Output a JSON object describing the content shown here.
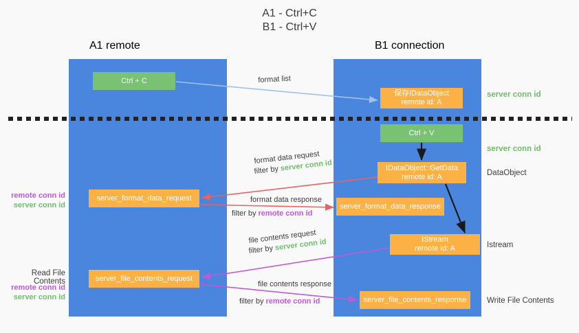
{
  "title": "A1 - Ctrl+C\nB1 - Ctrl+V",
  "colors": {
    "background": "#f9f9f9",
    "lane": "#4a86dd",
    "green_box": "#79c274",
    "orange_box": "#fbb143",
    "server_conn_id": "#6fbf6a",
    "remote_conn_id": "#c158d6",
    "arrow_blue": "#9dc3ea",
    "arrow_red": "#e8635f",
    "arrow_purple": "#c158d6",
    "arrow_black": "#1a1a1a",
    "divider": "#222222"
  },
  "columns": {
    "a1": {
      "name": "A1",
      "role": "remote",
      "header": "A1\nremote"
    },
    "b1": {
      "name": "B1",
      "role": "connection",
      "header": "B1\nconnection"
    }
  },
  "boxes": {
    "ctrl_c": {
      "label": "Ctrl + C",
      "kind": "green",
      "column": "a1"
    },
    "save_idataobject": {
      "label": "保存IDataObject\nremote id: A",
      "kind": "orange",
      "column": "b1"
    },
    "ctrl_v": {
      "label": "Ctrl + V",
      "kind": "green",
      "column": "b1"
    },
    "getdata": {
      "label": "IDataObject::GetData\nremote id: A",
      "kind": "orange",
      "column": "b1"
    },
    "server_format_data_request": {
      "label": "server_format_data_request",
      "kind": "orange",
      "column": "a1"
    },
    "server_format_data_response": {
      "label": "server_format_data_response",
      "kind": "orange",
      "column": "b1"
    },
    "istream": {
      "label": "IStream\nremote id: A",
      "kind": "orange",
      "column": "b1"
    },
    "server_file_contents_request": {
      "label": "server_file_contents_request",
      "kind": "orange",
      "column": "a1"
    },
    "server_file_contents_response": {
      "label": "server_file_contents_response",
      "kind": "orange",
      "column": "b1"
    }
  },
  "arrow_labels": {
    "format_list": "format list",
    "format_data_request": "format data request",
    "format_data_request_filter_prefix": "filter by ",
    "format_data_request_filter_value": "server conn id",
    "format_data_response": "format data response",
    "format_data_response_filter_prefix": "filter by ",
    "format_data_response_filter_value": "remote conn id",
    "file_contents_request": "file contents request",
    "file_contents_request_filter_prefix": "filter by ",
    "file_contents_request_filter_value": "server conn id",
    "file_contents_response": "file contents response",
    "file_contents_response_filter_prefix": "filter by ",
    "file_contents_response_filter_value": "remote conn id"
  },
  "right_notes": {
    "server_conn_id_top": "server conn id",
    "server_conn_id_mid": "server conn id",
    "data_object": "DataObject",
    "istream": "Istream",
    "write_file_contents": "Write File Contents"
  },
  "left_notes": {
    "format_remote": "remote conn id",
    "format_server": "server conn id",
    "read_file_contents": "Read File Contents",
    "file_remote": "remote conn id",
    "file_server": "server conn id"
  }
}
